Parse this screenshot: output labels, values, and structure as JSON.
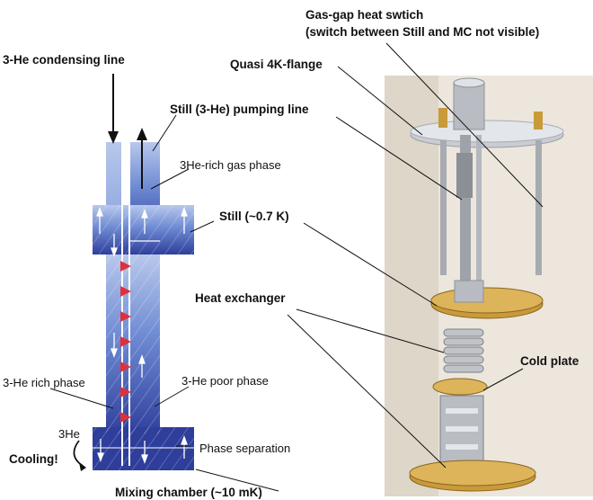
{
  "labels": {
    "condensing_line": "3-He condensing line",
    "gas_gap_line1": "Gas-gap heat swtich",
    "gas_gap_line2": "(switch between Still and MC not visible)",
    "quasi_flange": "Quasi 4K-flange",
    "pumping_line": "Still (3-He) pumping line",
    "gas_phase": "3He-rich gas phase",
    "still": "Still (~0.7 K)",
    "heat_exchanger": "Heat exchanger",
    "cold_plate": "Cold plate",
    "rich_phase": "3-He rich phase",
    "poor_phase": "3-He poor phase",
    "he3": "3He",
    "cooling": "Cooling!",
    "phase_separation": "Phase separation",
    "mixing_chamber": "Mixing chamber (~10 mK)"
  },
  "colors": {
    "tube_blue": "#4a6cc4",
    "tube_light": "#a9bde6",
    "tube_dark": "#2e3e9a",
    "heat_red": "#e0303a",
    "gold": "#c99a3a"
  }
}
